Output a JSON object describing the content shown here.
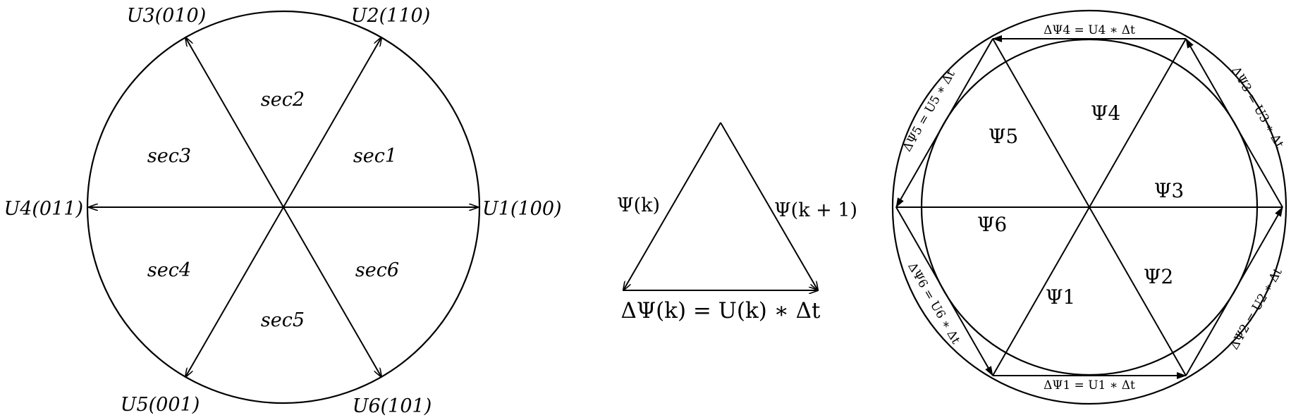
{
  "sector_diagram": {
    "vectors": [
      "U1(100)",
      "U2(110)",
      "U3(010)",
      "U4(011)",
      "U5(001)",
      "U6(101)"
    ],
    "sectors": [
      "sec1",
      "sec2",
      "sec3",
      "sec4",
      "sec5",
      "sec6"
    ]
  },
  "triangle": {
    "left_label": "Ψ(k)",
    "right_label": "Ψ(k + 1)",
    "equation": "ΔΨ(k) = U(k) ∗ Δt"
  },
  "hexagon_diagram": {
    "flux_labels": [
      "Ψ1",
      "Ψ2",
      "Ψ3",
      "Ψ4",
      "Ψ5",
      "Ψ6"
    ],
    "delta_labels": [
      "ΔΨ1 = U1 ∗ Δt",
      "ΔΨ2 = U2 ∗ Δt",
      "ΔΨ3 = U3 ∗ Δt",
      "ΔΨ4 = U4 ∗ Δt",
      "ΔΨ5 = U5 ∗ Δt",
      "ΔΨ6 = U6 ∗ Δt"
    ]
  }
}
